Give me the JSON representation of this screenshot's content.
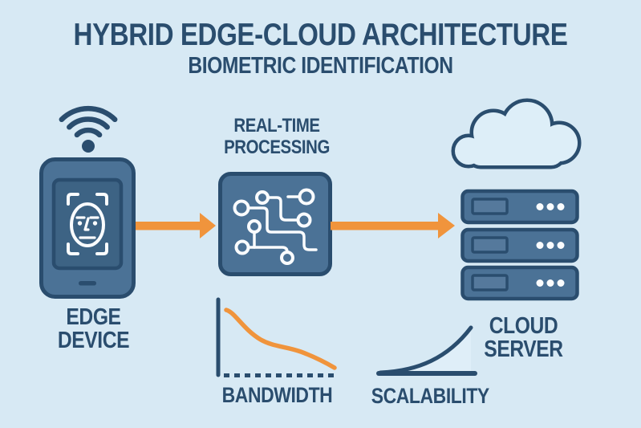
{
  "header": {
    "title": "HYBRID EDGE-CLOUD ARCHITECTURE",
    "subtitle": "BIOMETRIC IDENTIFICATION"
  },
  "nodes": {
    "edge_device": {
      "label_lines": [
        "EDGE",
        "DEVICE"
      ],
      "icons": [
        "wifi-icon",
        "smartphone-icon",
        "face-scan-icon"
      ]
    },
    "processing": {
      "label_lines": [
        "REAL-TIME",
        "PROCESSING"
      ],
      "icons": [
        "circuit-board-icon"
      ]
    },
    "cloud_server": {
      "label_lines": [
        "CLOUD",
        "SERVER"
      ],
      "icons": [
        "cloud-icon",
        "server-stack-icon"
      ],
      "server_units": 3,
      "indicator_dots_per_unit": 3
    }
  },
  "connections": [
    {
      "from": "edge_device",
      "to": "processing",
      "type": "arrow-right",
      "color": "#f0943c"
    },
    {
      "from": "processing",
      "to": "cloud_server",
      "type": "arrow-right",
      "color": "#f0943c"
    }
  ],
  "charts": {
    "bandwidth": {
      "label": "BANDWIDTH",
      "trend": "decreasing",
      "line_color": "#f0943c"
    },
    "scalability": {
      "label": "SCALABILITY",
      "trend": "increasing",
      "line_color": "#2a4d6e"
    }
  },
  "chart_data": [
    {
      "type": "line",
      "title": "BANDWIDTH",
      "x": [
        0,
        0.2,
        0.4,
        0.6,
        0.8,
        1.0
      ],
      "values": [
        0.88,
        0.72,
        0.45,
        0.35,
        0.25,
        0.1
      ],
      "xlabel": "",
      "ylabel": "",
      "axes": "left solid, bottom dotted",
      "grid": false,
      "legend": "none"
    },
    {
      "type": "area",
      "title": "SCALABILITY",
      "x": [
        0,
        0.25,
        0.5,
        0.75,
        1.0
      ],
      "values": [
        0.02,
        0.06,
        0.2,
        0.5,
        0.97
      ],
      "xlabel": "",
      "ylabel": "",
      "axes": "bottom solid",
      "grid": false,
      "legend": "none"
    }
  ],
  "colors": {
    "background": "#d7e9f4",
    "navy": "#2a4d6e",
    "steel_blue": "#4b7296",
    "screen_blue": "#3d6384",
    "cloud_fill": "#ddeef8",
    "orange": "#f0943c",
    "icon_white": "#fafcfe"
  }
}
